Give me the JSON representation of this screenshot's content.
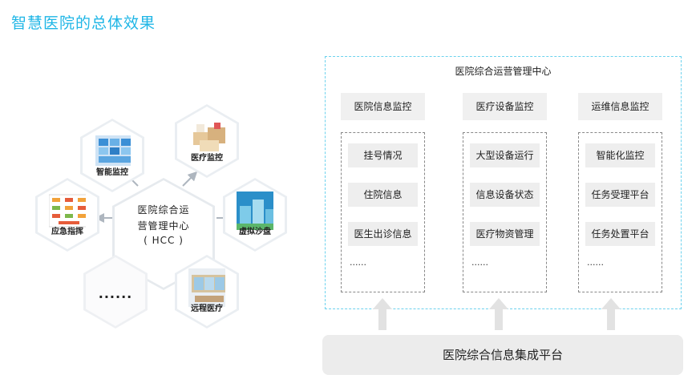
{
  "page_title": "智慧医院的总体效果",
  "hub": {
    "lines": [
      "医院综合运",
      "营管理中心",
      "( HCC )"
    ],
    "satellites": [
      {
        "label": "智能监控",
        "icon": "screen-wall-thumbnail"
      },
      {
        "label": "医疗监控",
        "icon": "medical-supplies-thumbnail"
      },
      {
        "label": "虚拟沙盘",
        "icon": "building-3d-thumbnail"
      },
      {
        "label": "远程医疗",
        "icon": "video-conference-thumbnail"
      },
      {
        "label": "应急指挥",
        "icon": "flowchart-thumbnail"
      }
    ],
    "more": "......"
  },
  "panel": {
    "title": "医院综合运营管理中心",
    "columns": [
      {
        "header": "医院信息监控",
        "items": [
          "挂号情况",
          "住院信息",
          "医生出诊信息"
        ],
        "more": "......"
      },
      {
        "header": "医疗设备监控",
        "items": [
          "大型设备运行",
          "信息设备状态",
          "医疗物资管理"
        ],
        "more": "......"
      },
      {
        "header": "运维信息监控",
        "items": [
          "智能化监控",
          "任务受理平台",
          "任务处置平台"
        ],
        "more": "......"
      }
    ]
  },
  "platform": "医院综合信息集成平台",
  "colors": {
    "title": "#1fb6e6",
    "panel_border": "#6cd2ee",
    "block": "#eeeeee"
  }
}
